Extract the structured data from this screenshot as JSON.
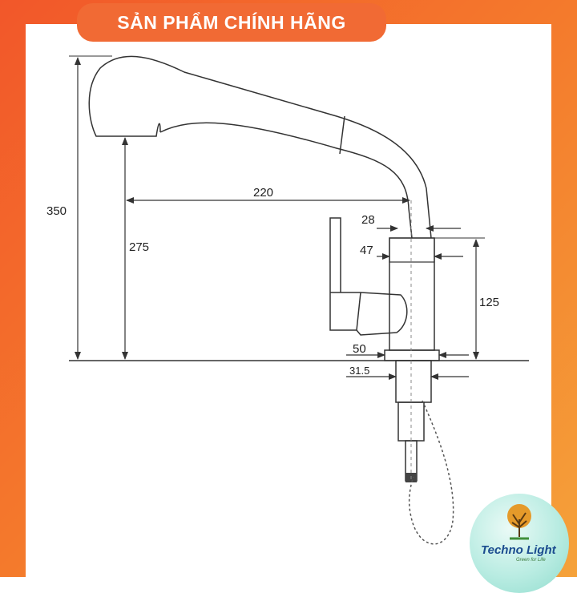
{
  "banner": {
    "text": "SẢN PHẨM CHÍNH HÃNG"
  },
  "dimensions": {
    "overall_height": "350",
    "spout_height": "275",
    "spout_reach": "220",
    "body_diameter_top": "28",
    "body_diameter": "47",
    "body_height": "125",
    "base_diameter": "50",
    "shank_diameter": "31.5"
  },
  "logo": {
    "brand": "Techno Light",
    "tagline": "Green for Life"
  },
  "colors": {
    "banner": "#f16a34",
    "frame": "#f47a2c",
    "line": "#333333",
    "logo_text": "#1b4c8f"
  },
  "icons": [
    "tree-icon"
  ]
}
